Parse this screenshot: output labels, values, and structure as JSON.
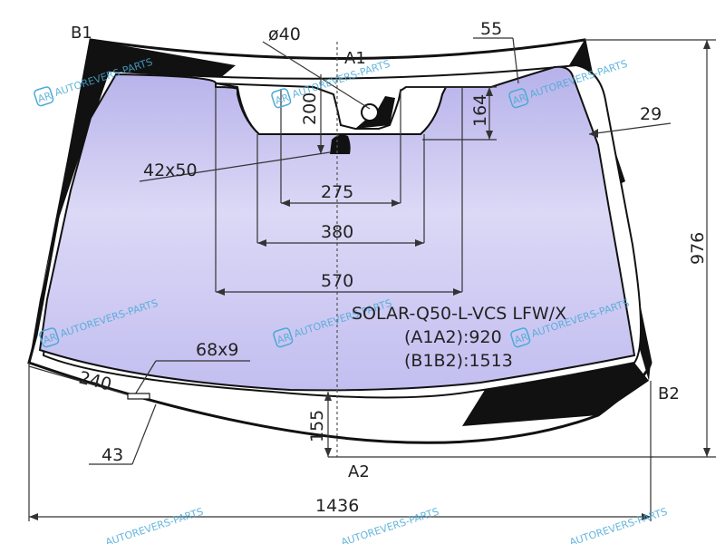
{
  "labels": {
    "b1": "B1",
    "a1": "A1",
    "a2": "A2",
    "b2": "B2"
  },
  "dimensions": {
    "hole_diameter": "ø40",
    "d55": "55",
    "d200": "200",
    "d164": "164",
    "d29": "29",
    "sensor": "42x50",
    "d275": "275",
    "d380": "380",
    "d570": "570",
    "height": "976",
    "vin": "68x9",
    "d240": "240",
    "d155": "155",
    "d43": "43",
    "width": "1436"
  },
  "info": {
    "model": "SOLAR-Q50-L-VCS LFW/X",
    "a1a2": "(A1A2):920",
    "b1b2": "(B1B2):1513"
  },
  "watermark": "AUTOREVERS-PARTS",
  "watermark_mark": "AR",
  "colors": {
    "glass_light": "#e4e0f7",
    "glass_dark": "#b4b0ea",
    "frit": "#111111",
    "watermark": "#4aa9d6"
  }
}
